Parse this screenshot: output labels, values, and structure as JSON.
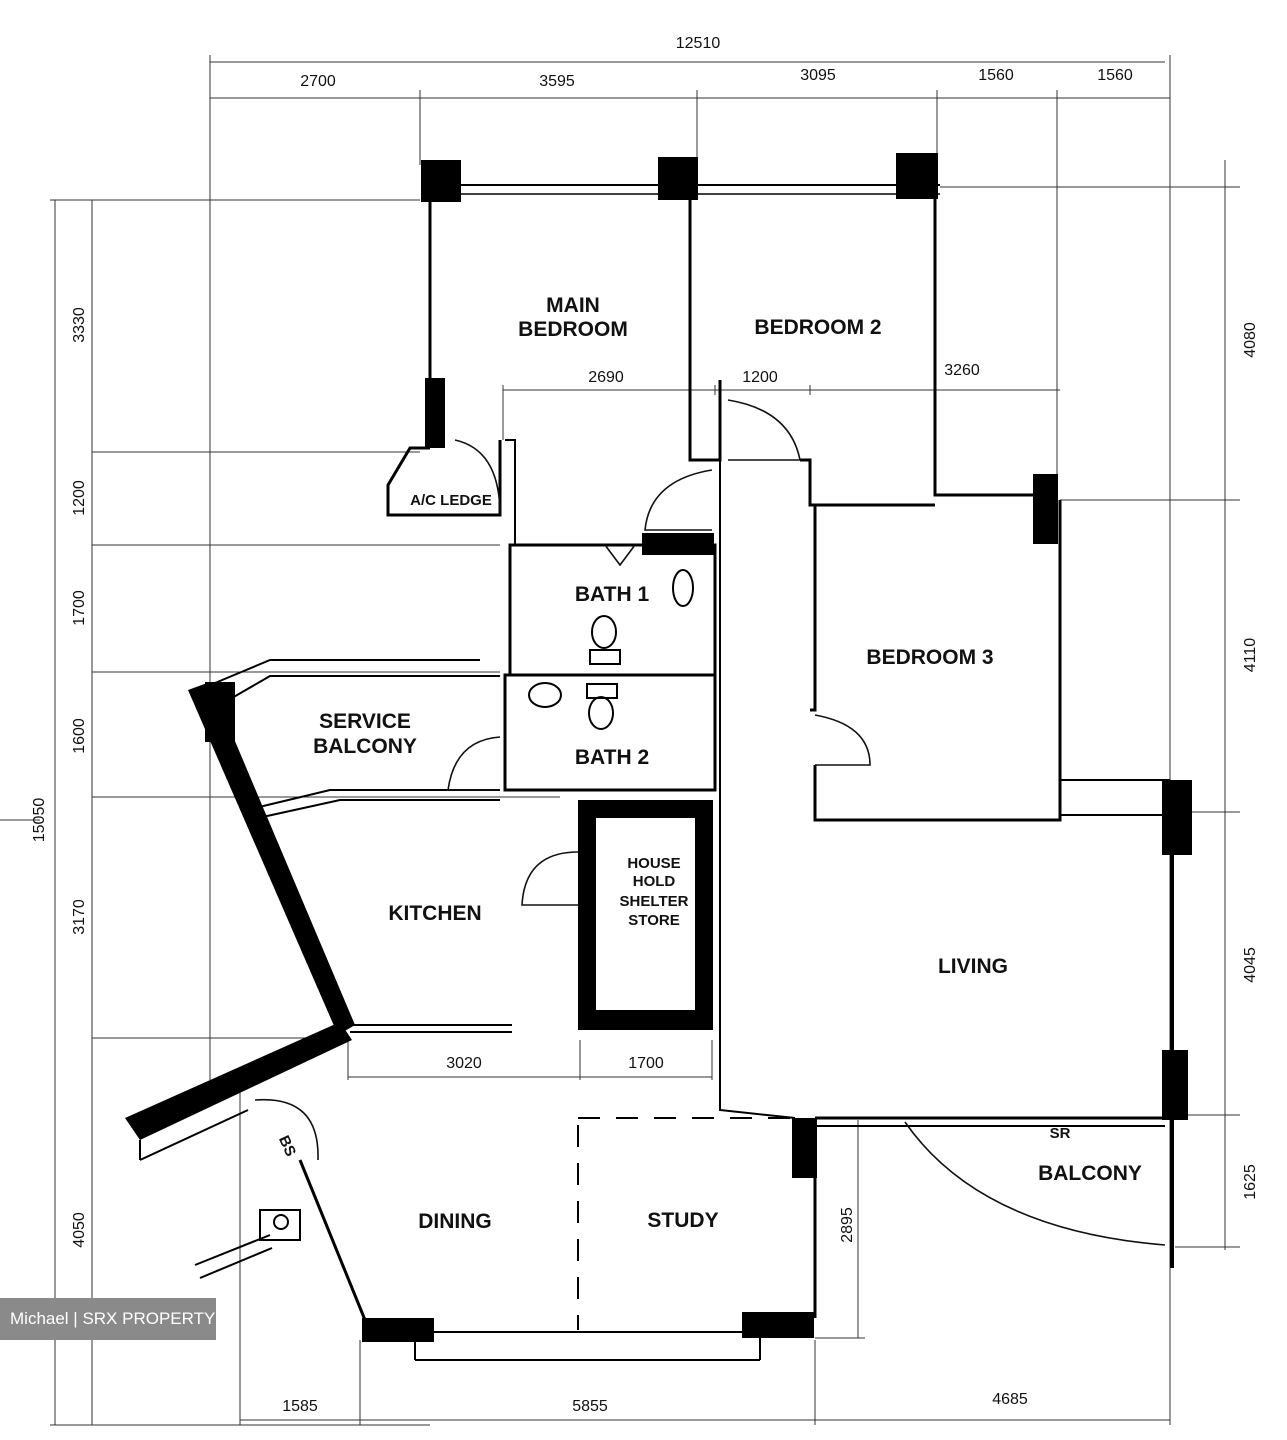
{
  "rooms": {
    "main_bedroom": [
      "MAIN",
      "BEDROOM"
    ],
    "bedroom2": "BEDROOM 2",
    "bedroom3": "BEDROOM 3",
    "ac_ledge": "A/C LEDGE",
    "bath1": "BATH 1",
    "bath2": "BATH 2",
    "service_balcony": [
      "SERVICE",
      "BALCONY"
    ],
    "household_shelter": [
      "HOUSE",
      "HOLD",
      "SHELTER",
      "STORE"
    ],
    "kitchen": "KITCHEN",
    "living": "LIVING",
    "dining": "DINING",
    "study": "STUDY",
    "balcony": "BALCONY",
    "bs": "BS",
    "sr": "SR"
  },
  "dimensions": {
    "overall_width": "12510",
    "top": [
      "2700",
      "3595",
      "3095",
      "1560",
      "1560"
    ],
    "inner": [
      "2690",
      "1200",
      "3260"
    ],
    "left_total": "15050",
    "left": [
      "3330",
      "1200",
      "1700",
      "1600",
      "3170",
      "4050"
    ],
    "right": [
      "4080",
      "4110",
      "4045",
      "1625"
    ],
    "kitchen_width": "3020",
    "store_width": "1700",
    "study_depth": "2895",
    "bottom": [
      "1585",
      "5855",
      "4685"
    ]
  },
  "watermark": "Michael | SRX PROPERTY"
}
